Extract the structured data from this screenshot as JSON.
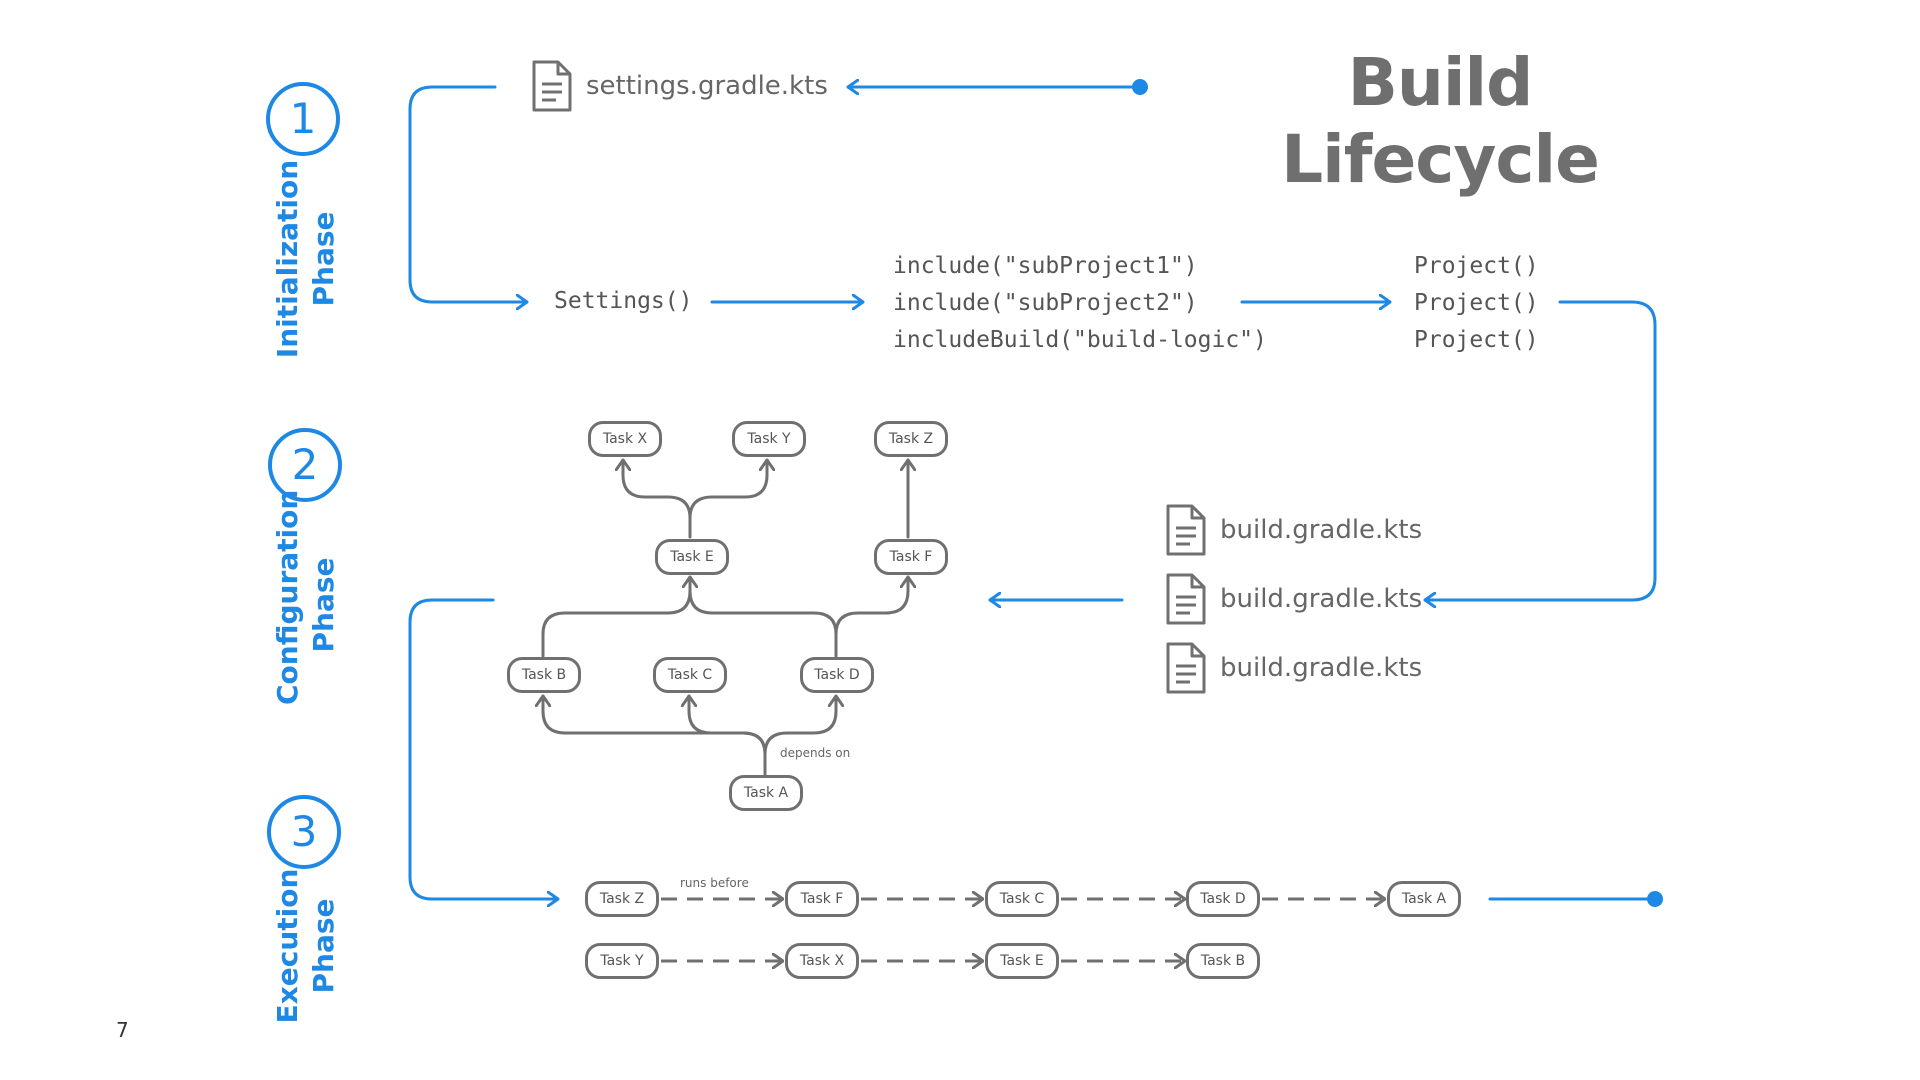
{
  "title": "Build Lifecycle",
  "slide_number": "7",
  "phases": [
    {
      "number": "1",
      "line1": "Initialization",
      "line2": "Phase"
    },
    {
      "number": "2",
      "line1": "Configuration",
      "line2": "Phase"
    },
    {
      "number": "3",
      "line1": "Execution",
      "line2": "Phase"
    }
  ],
  "initialization": {
    "settings_file": "settings.gradle.kts",
    "settings_call": "Settings()",
    "includes": [
      "include(\"subProject1\")",
      "include(\"subProject2\")",
      "includeBuild(\"build-logic\")"
    ],
    "projects": [
      "Project()",
      "Project()",
      "Project()"
    ]
  },
  "configuration": {
    "build_files": [
      "build.gradle.kts",
      "build.gradle.kts",
      "build.gradle.kts"
    ],
    "tasks": {
      "x": "Task X",
      "y": "Task Y",
      "z": "Task Z",
      "e": "Task E",
      "f": "Task F",
      "b": "Task B",
      "c": "Task C",
      "d": "Task D",
      "a": "Task A"
    },
    "depends_on_label": "depends on"
  },
  "execution": {
    "row1": [
      "Task Z",
      "Task F",
      "Task C",
      "Task D",
      "Task A"
    ],
    "row2": [
      "Task Y",
      "Task X",
      "Task E",
      "Task B"
    ],
    "runs_before_label": "runs before"
  },
  "colors": {
    "accent": "#1e88e5",
    "node": "#707070",
    "text": "#6f6f6f"
  },
  "icons": [
    "document-icon"
  ]
}
